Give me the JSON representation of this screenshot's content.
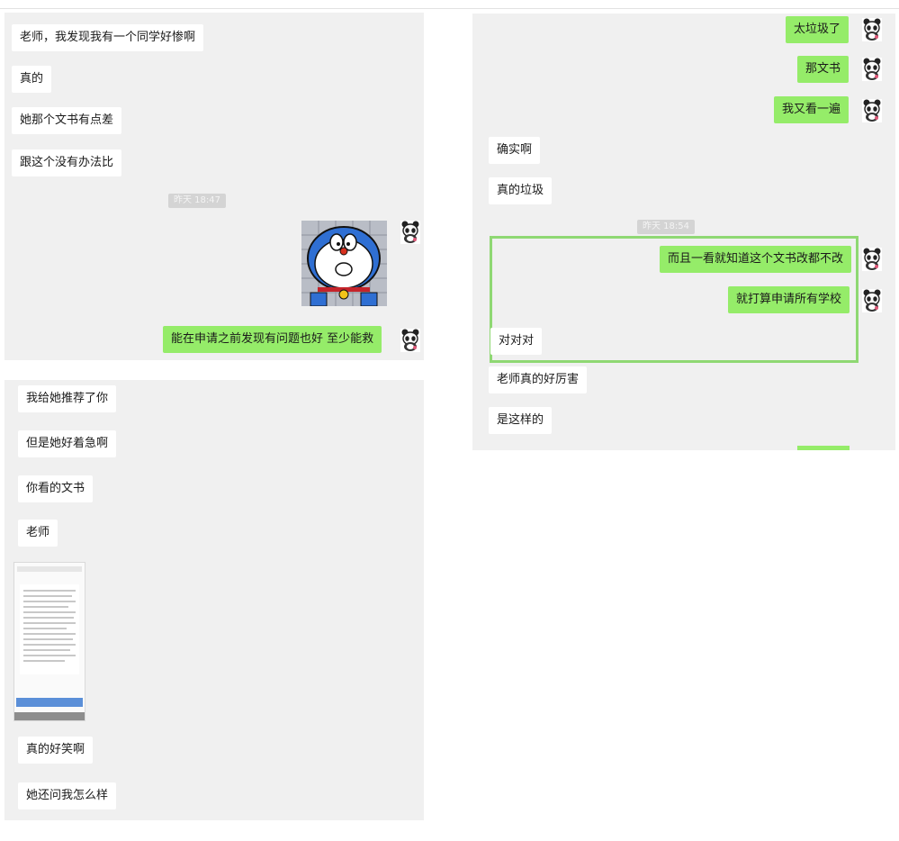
{
  "left_chat": {
    "messages": [
      "老师，我发现我有一个同学好惨啊",
      "真的",
      "她那个文书有点差",
      "跟这个没有办法比",
      "能在申请之前发现有问题也好 至少能救",
      "我给她推荐了你",
      "但是她好着急啊",
      "你看的文书",
      "老师",
      "真的好笑啊",
      "她还问我怎么样"
    ],
    "timestamp": "昨天 18:47"
  },
  "right_chat": {
    "messages": [
      "太垃圾了",
      "那文书",
      "我又看一遍",
      "确实啊",
      "真的垃圾",
      "而且一看就知道这个文书改都不改",
      "就打算申请所有学校",
      "对对对",
      "老师真的好厉害",
      "是这样的"
    ],
    "timestamp": "昨天 18:54"
  },
  "colors": {
    "outgoing_bubble": "#95ec69",
    "incoming_bubble": "#ffffff",
    "chat_background": "#f0f0f0",
    "highlight_border": "#8fd873"
  },
  "icons": {
    "avatar": "panda-avatar-icon",
    "sticker": "doraemon-sticker"
  }
}
